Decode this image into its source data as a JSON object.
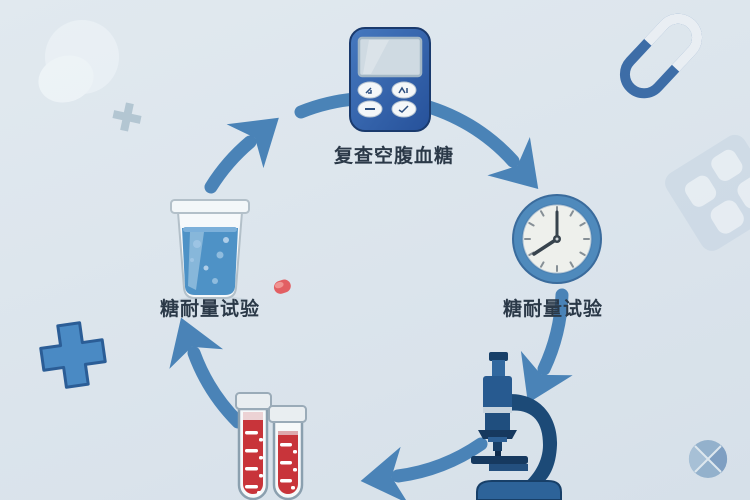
{
  "background_color": "#dbe4ec",
  "colors": {
    "arrow_blue": "#4a83b7",
    "device_blue": "#2f5ea8",
    "microscope_navy": "#1c4a77",
    "clock_rim_blue": "#4f8abc",
    "liquid_blue": "#4e92c6",
    "blood_red": "#c8343a",
    "medical_cross_blue": "#4a8ac4",
    "label_text": "#2b3948"
  },
  "diagram": {
    "type": "cycle",
    "direction": "clockwise",
    "steps": [
      {
        "id": "glucose-drink",
        "icon": "beaker-with-glucose-solution-icon",
        "label": "糖耐量试验",
        "position": "left"
      },
      {
        "id": "fasting-glucose-recheck",
        "icon": "glucose-meter-icon",
        "label": "复查空腹血糖",
        "position": "top"
      },
      {
        "id": "tolerance-test-timing",
        "icon": "clock-icon",
        "label": "糖耐量试验",
        "position": "right"
      },
      {
        "id": "lab-analysis",
        "icon": "microscope-icon",
        "label": "",
        "position": "bottom-right"
      },
      {
        "id": "blood-samples",
        "icon": "blood-test-tubes-icon",
        "label": "",
        "position": "bottom"
      }
    ]
  },
  "decorations": [
    {
      "icon": "faint-pill-circle-icon",
      "position": "top-left"
    },
    {
      "icon": "small-plus-icon",
      "position": "top-left"
    },
    {
      "icon": "paperclip-icon",
      "position": "top-right"
    },
    {
      "icon": "pill-blister-pack-icon",
      "position": "right-edge"
    },
    {
      "icon": "medical-cross-icon",
      "position": "left"
    },
    {
      "icon": "red-pill-icon",
      "position": "center-left"
    },
    {
      "icon": "round-scored-pill-icon",
      "position": "bottom-right"
    }
  ]
}
